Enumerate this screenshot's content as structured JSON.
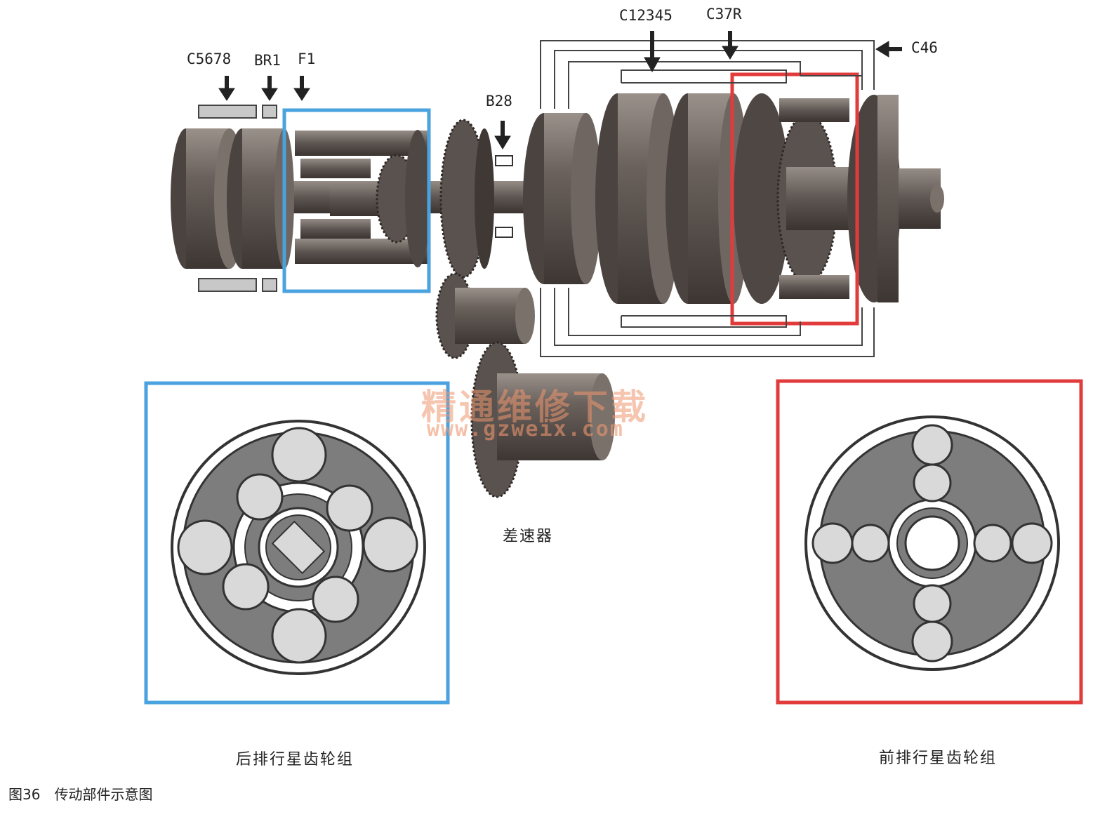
{
  "labels": {
    "c5678": "C5678",
    "br1": "BR1",
    "f1": "F1",
    "b28": "B28",
    "c12345": "C12345",
    "c37r": "C37R",
    "c46": "C46"
  },
  "differential_label": "差速器",
  "rear_caption": "后排行星齿轮组",
  "front_caption": "前排行星齿轮组",
  "figure_caption": "图36　传动部件示意图",
  "watermark": {
    "line1": "精通维修下载",
    "line2": "www.gzweix.com"
  },
  "colors": {
    "rear_highlight": "#4aa3df",
    "front_highlight": "#e23b3b",
    "metal": "#5f5753",
    "metal_light": "#8a807a",
    "panel_fill": "#7d7d7d",
    "gear_fill": "#d9d9d9"
  }
}
